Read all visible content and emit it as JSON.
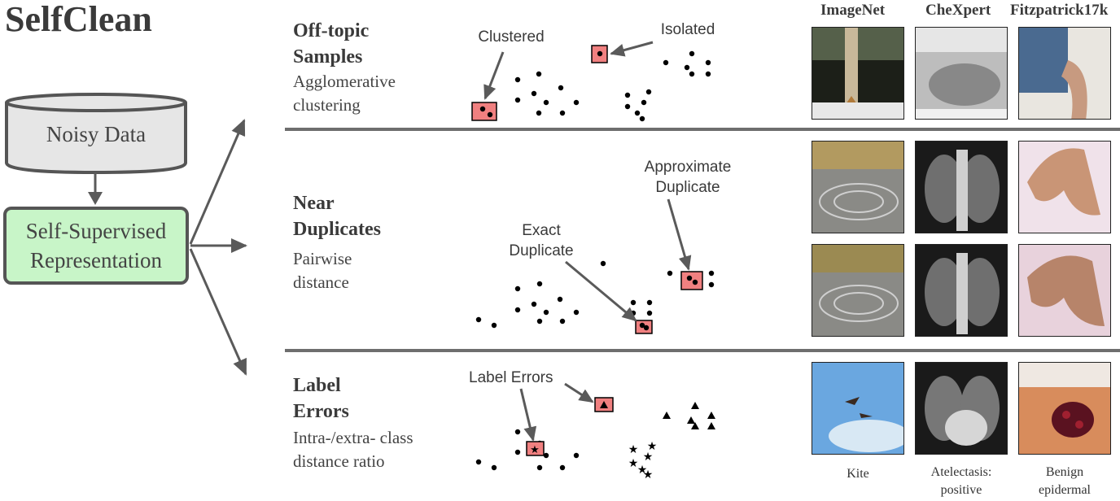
{
  "title": "SelfClean",
  "pipeline": {
    "source_label": "Noisy Data",
    "representation_lines": [
      "Self-Supervised",
      "Representation"
    ]
  },
  "columns": [
    "ImageNet",
    "CheXpert",
    "Fitzpatrick17k"
  ],
  "sections": {
    "off_topic": {
      "heading_lines": [
        "Off-topic",
        "Samples"
      ],
      "method_lines": [
        "Agglomerative",
        "clustering"
      ],
      "annotations": {
        "clustered": "Clustered",
        "isolated": "Isolated"
      }
    },
    "near_duplicates": {
      "heading_lines": [
        "Near",
        "Duplicates"
      ],
      "method_lines": [
        "Pairwise",
        "distance"
      ],
      "annotations": {
        "approximate_lines": [
          "Approximate",
          "Duplicate"
        ],
        "exact_lines": [
          "Exact",
          "Duplicate"
        ]
      }
    },
    "label_errors": {
      "heading_lines": [
        "Label",
        "Errors"
      ],
      "method_lines": [
        "Intra-/extra- class",
        "distance ratio"
      ],
      "annotations": {
        "label_errors": "Label Errors"
      }
    }
  },
  "captions": {
    "imagenet": "Kite",
    "chexpert_lines": [
      "Atelectasis:",
      "positive"
    ],
    "fitz_lines": [
      "Benign",
      "epidermal"
    ]
  },
  "colors": {
    "highlight_fill": "#f08080",
    "representation_fill": "#c8f5c8",
    "cylinder_fill": "#e6e6e6",
    "arrow_gray": "#5a5a5a",
    "divider_gray": "#6e6e6e"
  }
}
